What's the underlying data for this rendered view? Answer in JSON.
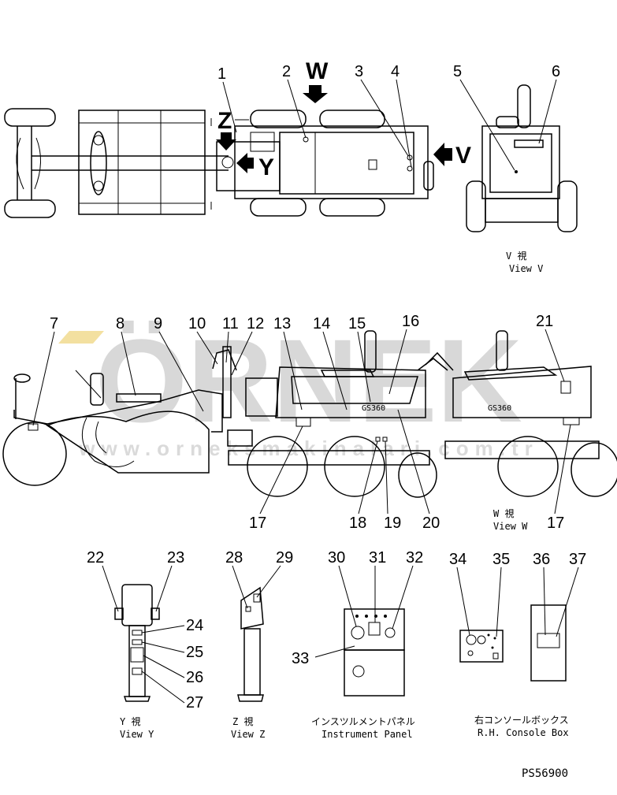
{
  "watermark": {
    "brand": "ÖRNEK",
    "url": "www.orneksmakinalari.com.tr"
  },
  "view_arrows": {
    "w": "W",
    "v": "V",
    "y": "Y",
    "z": "Z"
  },
  "callouts": {
    "n1": "1",
    "n2": "2",
    "n3": "3",
    "n4": "4",
    "n5": "5",
    "n6": "6",
    "n7": "7",
    "n8": "8",
    "n9": "9",
    "n10": "10",
    "n11": "11",
    "n12": "12",
    "n13": "13",
    "n14": "14",
    "n15": "15",
    "n16": "16",
    "n17a": "17",
    "n17b": "17",
    "n18": "18",
    "n19": "19",
    "n20": "20",
    "n21": "21",
    "n22": "22",
    "n23": "23",
    "n24": "24",
    "n25": "25",
    "n26": "26",
    "n27": "27",
    "n28": "28",
    "n29": "29",
    "n30": "30",
    "n31": "31",
    "n32": "32",
    "n33": "33",
    "n34": "34",
    "n35": "35",
    "n36": "36",
    "n37": "37"
  },
  "model_decals": {
    "side": "GS360",
    "w_view": "GS360"
  },
  "captions": {
    "view_v_jp": "V 視",
    "view_v_en": "View V",
    "view_w_jp": "W 視",
    "view_w_en": "View W",
    "view_y_jp": "Y 視",
    "view_y_en": "View Y",
    "view_z_jp": "Z 視",
    "view_z_en": "View Z",
    "panel_jp": "インスツルメントパネル",
    "panel_en": "Instrument Panel",
    "console_jp": "右コンソールボックス",
    "console_en": "R.H. Console Box"
  },
  "part_number": "PS56900"
}
